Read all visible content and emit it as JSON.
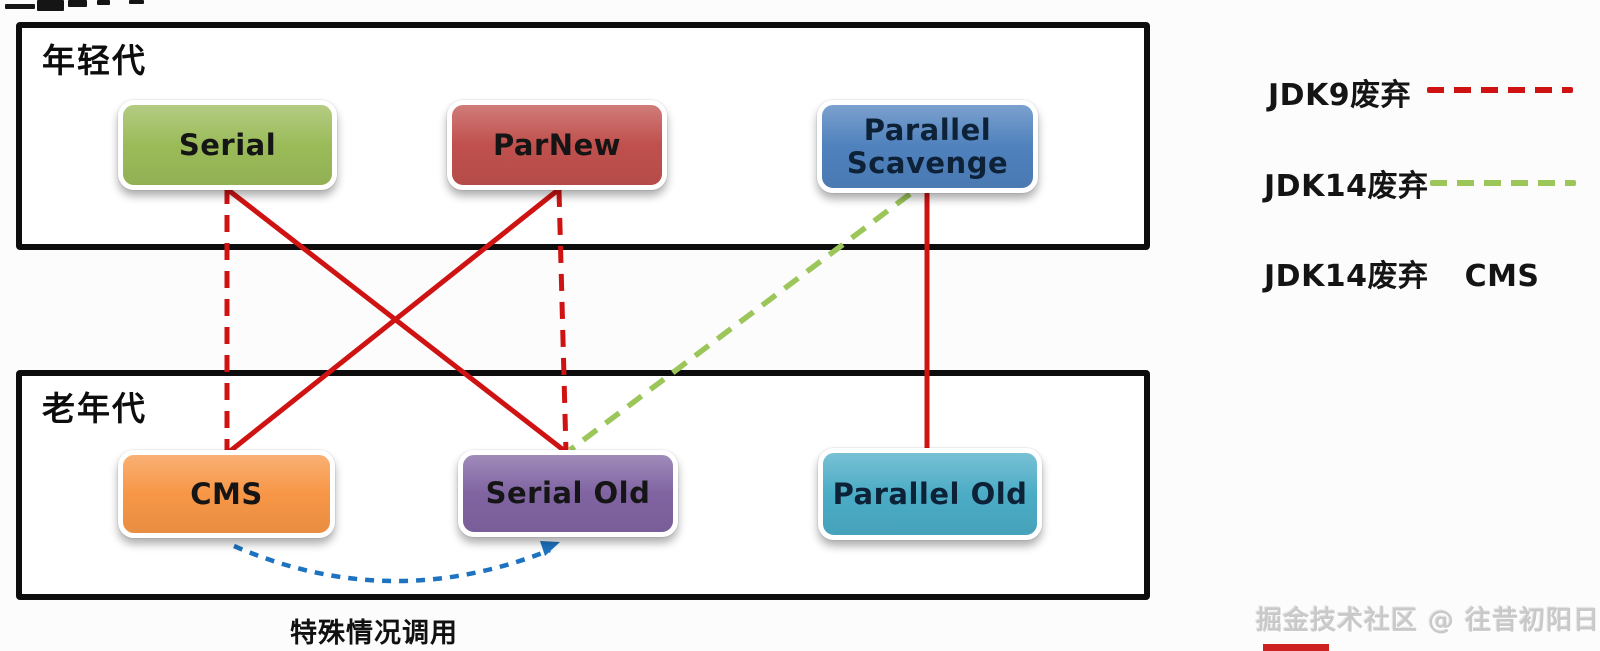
{
  "diagram": {
    "young_generation": {
      "label": "年轻代",
      "collectors": [
        {
          "name": "Serial",
          "color": "#9bbb59"
        },
        {
          "name": "ParNew",
          "color": "#c0504d"
        },
        {
          "name": "Parallel Scavenge",
          "color": "#4f81bd"
        }
      ]
    },
    "old_generation": {
      "label": "老年代",
      "collectors": [
        {
          "name": "CMS",
          "color": "#f79646"
        },
        {
          "name": "Serial Old",
          "color": "#8064a2"
        },
        {
          "name": "Parallel Old",
          "color": "#4bacc6"
        }
      ]
    },
    "connections": [
      {
        "from": "Serial",
        "to": "CMS",
        "style": "dashed",
        "color": "#cf1313",
        "meaning": "JDK9废弃"
      },
      {
        "from": "Serial",
        "to": "Serial Old",
        "style": "solid",
        "color": "#cf1313",
        "meaning": ""
      },
      {
        "from": "ParNew",
        "to": "CMS",
        "style": "solid",
        "color": "#cf1313",
        "meaning": ""
      },
      {
        "from": "ParNew",
        "to": "Serial Old",
        "style": "dashed",
        "color": "#cf1313",
        "meaning": "JDK9废弃"
      },
      {
        "from": "Parallel Scavenge",
        "to": "Serial Old",
        "style": "dashed",
        "color": "#9cc659",
        "meaning": "JDK14废弃"
      },
      {
        "from": "Parallel Scavenge",
        "to": "Parallel Old",
        "style": "solid",
        "color": "#cf1313",
        "meaning": ""
      },
      {
        "from": "CMS",
        "to": "Serial Old",
        "style": "dashed-curve-arrow",
        "color": "#1e73c0",
        "meaning": "特殊情况调用"
      }
    ],
    "caption": "特殊情况调用"
  },
  "legend": {
    "items": [
      {
        "label": "JDK9废弃",
        "line": "dashed",
        "color": "#cf1313"
      },
      {
        "label": "JDK14废弃",
        "line": "dashed",
        "color": "#9cc659"
      },
      {
        "label": "JDK14废弃",
        "note": "CMS"
      }
    ]
  },
  "watermark": "掘金技术社区 @ 往昔初阳日"
}
